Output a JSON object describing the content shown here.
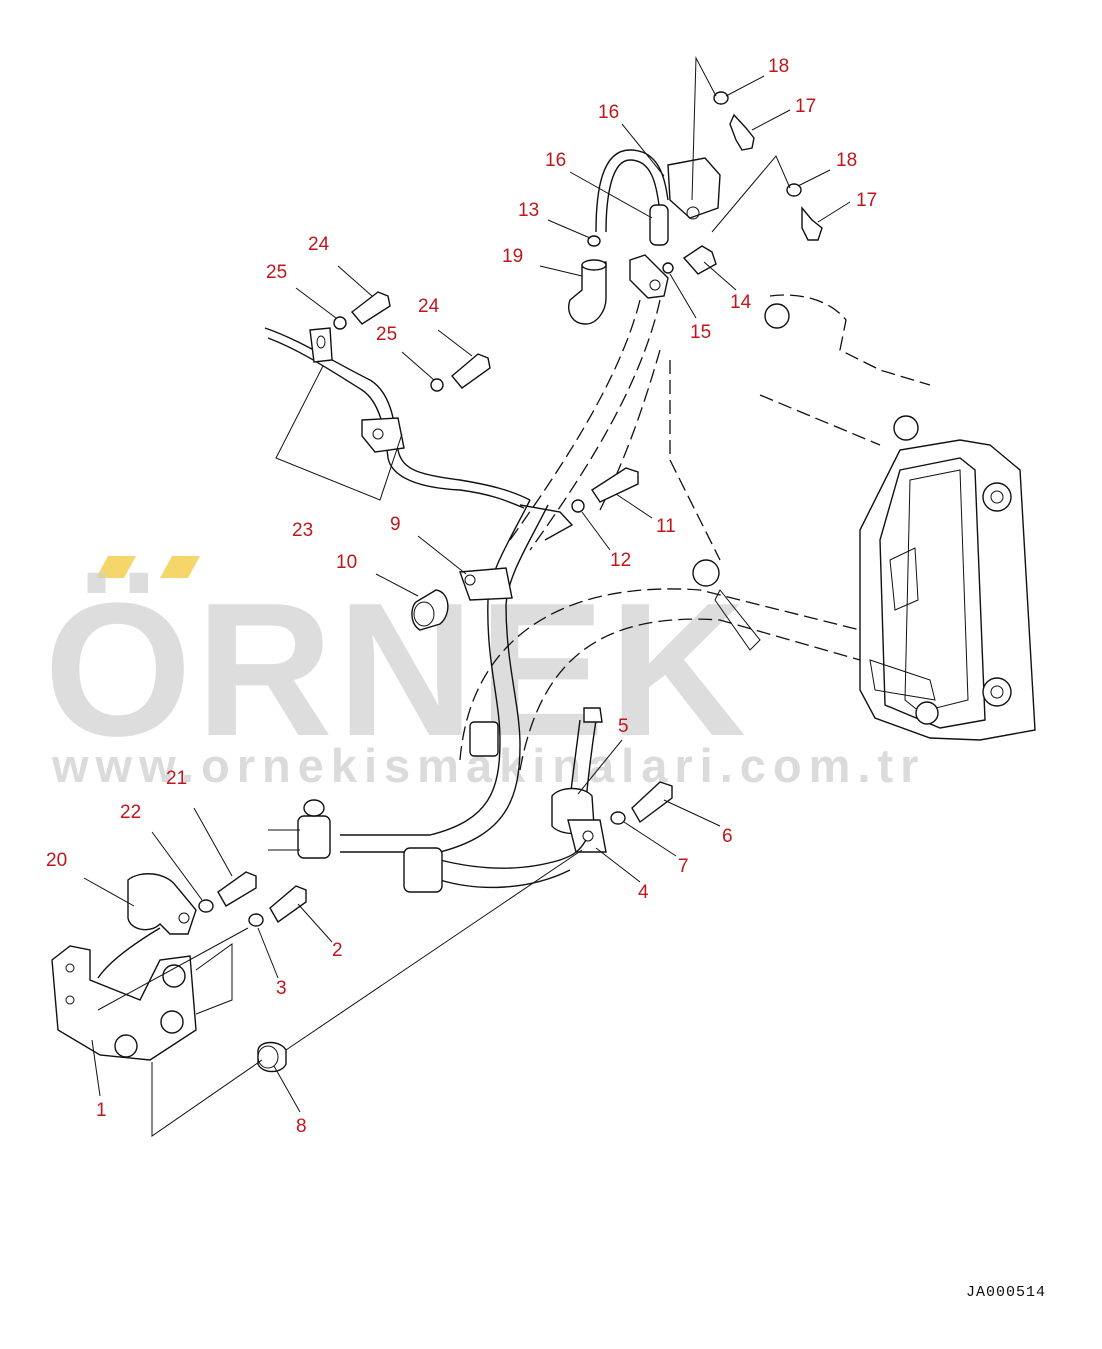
{
  "watermark": {
    "brand": "ÖRNEK",
    "url": "www.ornekismakinalari.com.tr",
    "accent_color": "#f5d66a",
    "text_color": "#d0d0d0"
  },
  "diagram": {
    "code": "JA000514",
    "label_color": "#c0161c",
    "callouts": [
      "1",
      "2",
      "3",
      "4",
      "5",
      "6",
      "7",
      "8",
      "9",
      "10",
      "11",
      "12",
      "13",
      "14",
      "15",
      "16",
      "16",
      "17",
      "17",
      "18",
      "18",
      "19",
      "20",
      "21",
      "22",
      "23",
      "24",
      "24",
      "25",
      "25"
    ]
  }
}
